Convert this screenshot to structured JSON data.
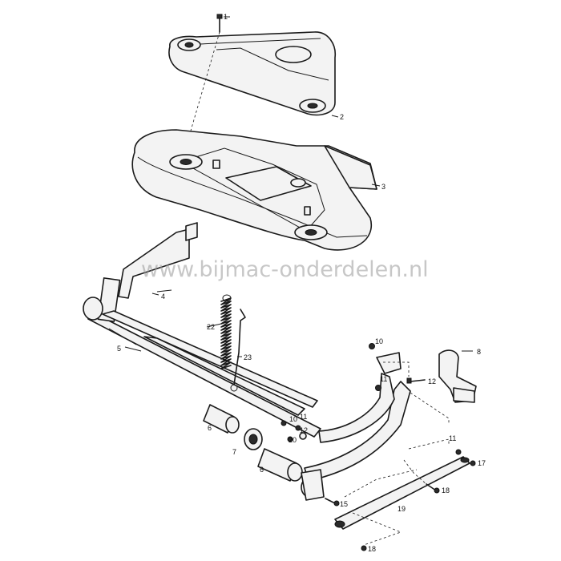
{
  "watermark": "www.bijmac-onderdelen.nl",
  "callouts": [
    {
      "id": "p1",
      "text": "1"
    },
    {
      "id": "p2",
      "text": "2"
    },
    {
      "id": "p3",
      "text": "3"
    },
    {
      "id": "p4",
      "text": "4"
    },
    {
      "id": "p5",
      "text": "5"
    },
    {
      "id": "p6a",
      "text": "6"
    },
    {
      "id": "p6b",
      "text": "6"
    },
    {
      "id": "p7",
      "text": "7"
    },
    {
      "id": "p8",
      "text": "8"
    },
    {
      "id": "p10a",
      "text": "10"
    },
    {
      "id": "p10b",
      "text": "10"
    },
    {
      "id": "p11a",
      "text": "11"
    },
    {
      "id": "p11b",
      "text": "11"
    },
    {
      "id": "p11c",
      "text": "11"
    },
    {
      "id": "p12a",
      "text": "12"
    },
    {
      "id": "p12b",
      "text": "12"
    },
    {
      "id": "p15",
      "text": "15"
    },
    {
      "id": "p17",
      "text": "17"
    },
    {
      "id": "p18a",
      "text": "18"
    },
    {
      "id": "p18b",
      "text": "18"
    },
    {
      "id": "p19",
      "text": "19"
    },
    {
      "id": "p20",
      "text": "20"
    },
    {
      "id": "p22",
      "text": "22"
    },
    {
      "id": "p23",
      "text": "23"
    }
  ]
}
